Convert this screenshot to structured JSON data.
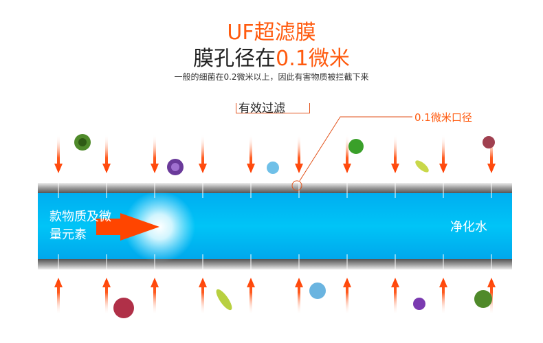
{
  "header": {
    "title": "UF超滤膜",
    "subtitle_prefix": "膜孔径在",
    "subtitle_highlight": "0.1微米",
    "description": "一般的细菌在0.2微米以上，因此有害物质被拦截下来"
  },
  "labels": {
    "effective_filtration": "有效过滤",
    "pore_callout": "0.1微米口径",
    "input": "款物质及微量元素",
    "output": "净化水"
  },
  "colors": {
    "accent": "#ff5a0e",
    "water": "#00b4f0",
    "pipe": "#777777",
    "arrow": "#ff3d00"
  }
}
